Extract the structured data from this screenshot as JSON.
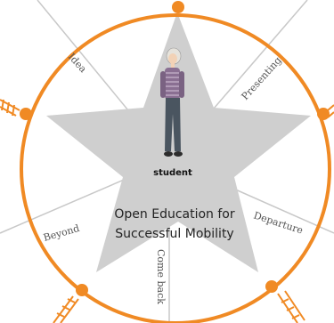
{
  "diagram": {
    "center_line1": "Open Education for",
    "center_line2": "Successful Mobility",
    "figure_label": "student",
    "segments": {
      "idea": "Idea",
      "presenting": "Presenting",
      "departure": "Departure",
      "come_back": "Come back",
      "beyond": "Beyond"
    },
    "colors": {
      "ring": "#f08a24",
      "star": "#cfcfcf",
      "spoke": "#c8c8c8"
    }
  }
}
